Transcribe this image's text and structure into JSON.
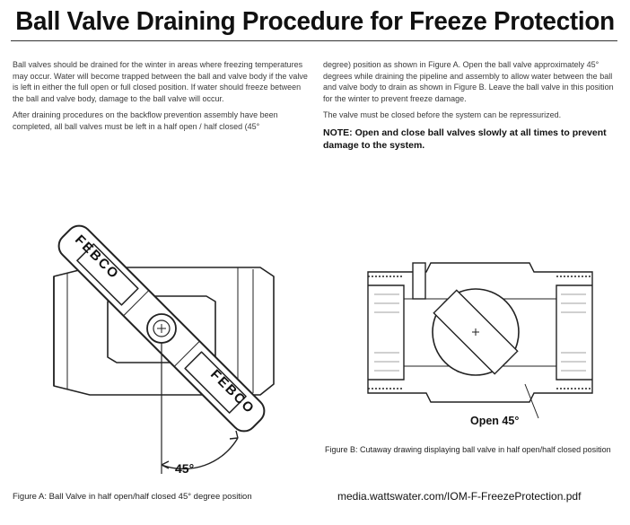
{
  "title": "Ball Valve Draining Procedure for Freeze Protection",
  "col1": {
    "p1": "Ball valves should be drained for the winter in areas where freezing temperatures may occur. Water will become trapped between the ball and valve body if the valve is left in either the full open or full closed position. If water should freeze between the ball and valve body, damage to the ball valve will occur.",
    "p2": "After draining procedures on the backflow prevention assembly have been completed, all ball valves must be left in a half open / half closed (45°"
  },
  "col2": {
    "p1": "degree) position as shown in Figure A. Open the ball valve approximately 45° degrees while draining the pipeline and assembly to allow water between the ball and valve body to drain as shown in Figure B. Leave the ball valve in this position for the winter to prevent freeze damage.",
    "p2": "The valve must be closed before the system can be repressurized.",
    "note": "NOTE: Open and close ball valves slowly at all times to prevent damage to the system."
  },
  "figA": {
    "brand_top": "FEBCO",
    "brand_bottom": "FEBCO",
    "angle": "45°",
    "caption": "Figure A: Ball Valve in half open/half closed 45° degree position"
  },
  "figB": {
    "label": "Open 45°",
    "caption": "Figure B: Cutaway drawing displaying ball valve in half open/half closed position"
  },
  "source": "media.wattswater.com/IOM-F-FreezeProtection.pdf"
}
